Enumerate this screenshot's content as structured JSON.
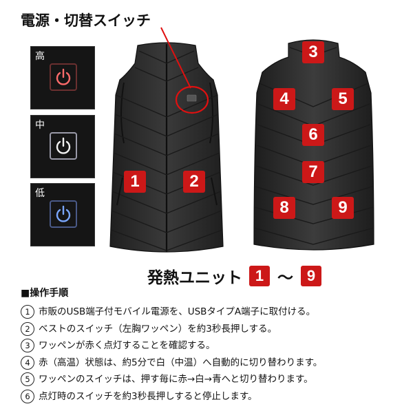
{
  "switch_label": "電源・切替スイッチ",
  "levels": [
    {
      "label": "高",
      "color": "#ff6b6b"
    },
    {
      "label": "中",
      "color": "#f2f2f2"
    },
    {
      "label": "低",
      "color": "#7aa7ff"
    }
  ],
  "front_units": [
    "1",
    "2"
  ],
  "back_units": [
    "3",
    "4",
    "5",
    "6",
    "7",
    "8",
    "9"
  ],
  "units_caption": {
    "prefix": "発熱ユニット",
    "first": "1",
    "tilde": "〜",
    "last": "9"
  },
  "steps_title": "■操作手順",
  "steps": [
    {
      "num": "1",
      "text": "市販のUSB端子付モバイル電源を、USBタイプA端子に取付ける。"
    },
    {
      "num": "2",
      "text": "ベストのスイッチ（左胸ワッペン）を約3秒長押しする。"
    },
    {
      "num": "3",
      "text": "ワッペンが赤く点灯することを確認する。"
    },
    {
      "num": "4",
      "text": "赤（高温）状態は、約5分で白（中温）へ自動的に切り替わります。"
    },
    {
      "num": "5",
      "text": "ワッペンのスイッチは、押す毎に赤→白→青へと切り替わります。"
    },
    {
      "num": "6",
      "text": "点灯時のスイッチを約3秒長押しすると停止します。"
    }
  ],
  "colors": {
    "badge": "#cc1818",
    "vest": "#2b2b2b",
    "callout": "#e01010"
  }
}
